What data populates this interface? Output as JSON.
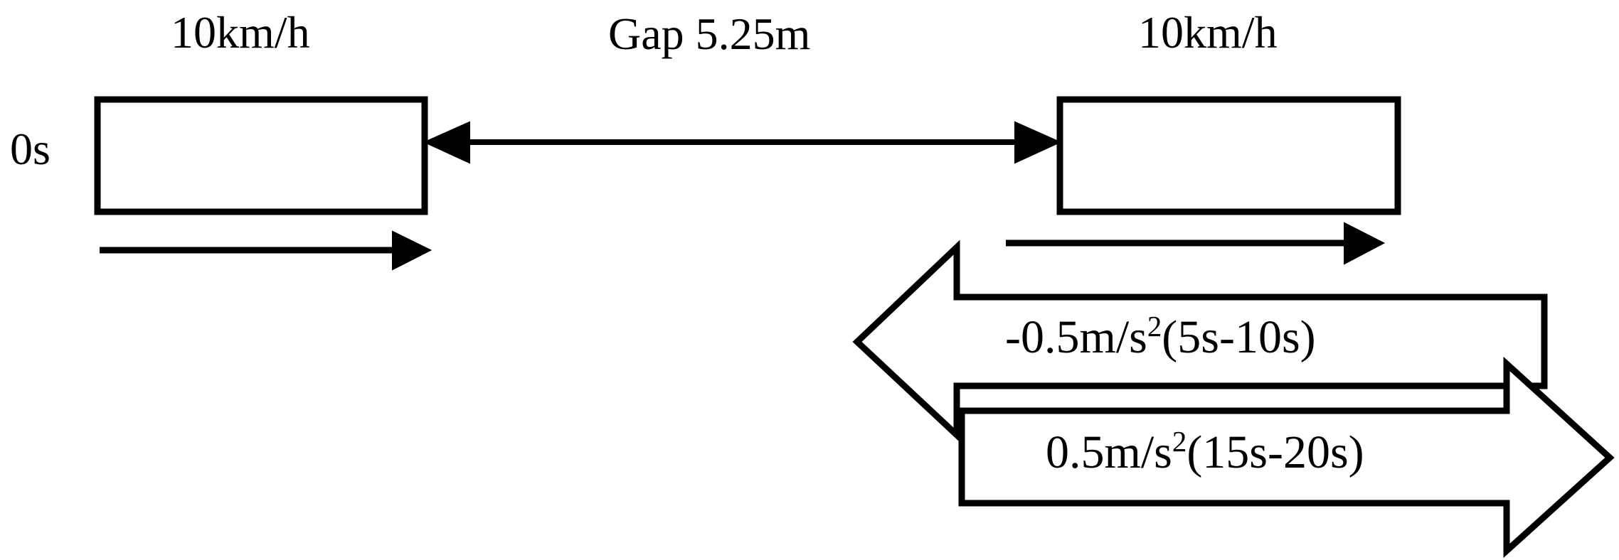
{
  "diagram": {
    "title_text": "",
    "stroke_color": "#000000",
    "fill_color": "#ffffff",
    "background": "#ffffff",
    "time_label": "0s",
    "gap_label": "Gap 5.25m",
    "vehicles": [
      {
        "id": "lead-left",
        "speed_label": "10km/h"
      },
      {
        "id": "follow-right",
        "speed_label": "10km/h"
      }
    ],
    "accel_arrows": [
      {
        "id": "deceleration",
        "direction": "left",
        "value_text": "-0.5m/s",
        "exponent": "2",
        "interval_text": "(5s-10s)",
        "full_text": "-0.5m/s2(5s-10s)"
      },
      {
        "id": "acceleration",
        "direction": "right",
        "value_text": "0.5m/s",
        "exponent": "2",
        "interval_text": "(15s-20s)",
        "full_text": "0.5m/s2(15s-20s)"
      }
    ],
    "velocity_arrows": [
      {
        "id": "left-vehicle-velocity",
        "direction": "right"
      },
      {
        "id": "right-vehicle-velocity",
        "direction": "right"
      }
    ],
    "gap_arrow": {
      "id": "gap-measure",
      "direction": "both"
    }
  }
}
